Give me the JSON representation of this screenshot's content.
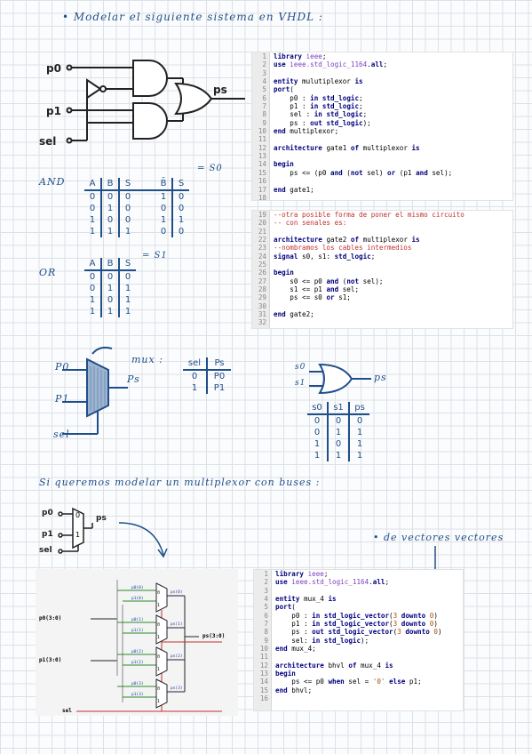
{
  "title": "• Modelar el siguiente sistema en VHDL :",
  "gate_circuit": {
    "inputs": [
      "p0",
      "p1",
      "sel"
    ],
    "output": "ps"
  },
  "code_block_1": {
    "line_numbers": [
      "1",
      "2",
      "3",
      "4",
      "5",
      "6",
      "7",
      "8",
      "9",
      "10",
      "11",
      "12",
      "13",
      "14",
      "15",
      "16",
      "17",
      "18"
    ],
    "lines": [
      "library ieee;",
      "use ieee.std_logic_1164.all;",
      "",
      "entity mulutiplexor is",
      "port(",
      "    p0 : in std_logic;",
      "    p1 : in std_logic;",
      "    sel : in std_logic;",
      "    ps : out std_logic);",
      "end multiplexor;",
      "",
      "architecture gate1 of multiplexor is",
      "",
      "begin",
      "    ps <= (p0 and (not sel) or (p1 and sel);",
      "",
      "end gate1;",
      ""
    ]
  },
  "code_block_2": {
    "line_numbers": [
      "19",
      "20",
      "21",
      "22",
      "23",
      "24",
      "25",
      "26",
      "27",
      "28",
      "29",
      "30",
      "31",
      "32"
    ],
    "lines": [
      "--otra posible forma de poner el mismo circuito",
      "-- con senales es:",
      "",
      "architecture gate2 of multiplexor is",
      "--nombramos los cables intermedios",
      "signal s0, s1: std_logic;",
      "",
      "begin",
      "    s0 <= p0 and (not sel);",
      "    s1 <= p1 and sel;",
      "    ps <= s0 or s1;",
      "",
      "end gate2;",
      ""
    ]
  },
  "and_table": {
    "label": "AND",
    "s0_label": "= S0",
    "headers": [
      "A",
      "B",
      "S",
      "B̄",
      "S"
    ],
    "rows": [
      [
        "0",
        "0",
        "0",
        "1",
        "0"
      ],
      [
        "0",
        "1",
        "0",
        "0",
        "0"
      ],
      [
        "1",
        "0",
        "0",
        "1",
        "1"
      ],
      [
        "1",
        "1",
        "1",
        "0",
        "0"
      ]
    ]
  },
  "or_table": {
    "label": "OR",
    "s1_label": "= S1",
    "headers": [
      "A",
      "B",
      "S"
    ],
    "rows": [
      [
        "0",
        "0",
        "0"
      ],
      [
        "0",
        "1",
        "1"
      ],
      [
        "1",
        "0",
        "1"
      ],
      [
        "1",
        "1",
        "1"
      ]
    ]
  },
  "mux_sketch": {
    "label": "mux :",
    "inputs": [
      "P0",
      "P1",
      "sel"
    ],
    "output": "Ps",
    "table_headers": [
      "sel",
      "Ps"
    ],
    "table_rows": [
      [
        "0",
        "P0"
      ],
      [
        "1",
        "P1"
      ]
    ]
  },
  "or_sketch": {
    "inputs": [
      "s0",
      "s1"
    ],
    "output": "ps",
    "headers": [
      "s0",
      "s1",
      "ps"
    ],
    "rows": [
      [
        "0",
        "0",
        "0"
      ],
      [
        "0",
        "1",
        "1"
      ],
      [
        "1",
        "0",
        "1"
      ],
      [
        "1",
        "1",
        "1"
      ]
    ]
  },
  "bus_title": "Si queremos modelar un multiplexor con buses :",
  "vector_note": "• de vectores vectores",
  "small_mux": {
    "inputs": [
      "p0",
      "p1",
      "sel"
    ],
    "output": "ps",
    "pins": [
      "0",
      "1"
    ]
  },
  "bus_circuit": {
    "in0": "p0(3:0)",
    "in1": "p1(3:0)",
    "sel": "sel",
    "out": "ps(3:0)",
    "taps0": [
      "p0(0)",
      "p0(1)",
      "p0(2)",
      "p0(3)"
    ],
    "taps1": [
      "p1(0)",
      "p1(1)",
      "p1(2)",
      "p1(3)"
    ],
    "outs": [
      "ps(0)",
      "ps(1)",
      "ps(2)",
      "ps(3)"
    ]
  },
  "code_block_3": {
    "line_numbers": [
      "1",
      "2",
      "3",
      "4",
      "5",
      "6",
      "7",
      "8",
      "9",
      "10",
      "11",
      "12",
      "13",
      "14",
      "15",
      "16"
    ],
    "lines": [
      "library ieee;",
      "use ieee.std_logic_1164.all;",
      "",
      "entity mux_4 is",
      "port(",
      "    p0 : in std_logic_vector(3 downto 0)",
      "    p1 : in std_logic_vector(3 downto 0)",
      "    ps : out std_logic_vector(3 downto 0)",
      "    sel: in std_logic);",
      "end mux_4;",
      "",
      "architecture bhvl of mux_4 is",
      "begin",
      "    ps <= p0 when sel = '0' else p1;",
      "end bhvl;",
      ""
    ]
  }
}
